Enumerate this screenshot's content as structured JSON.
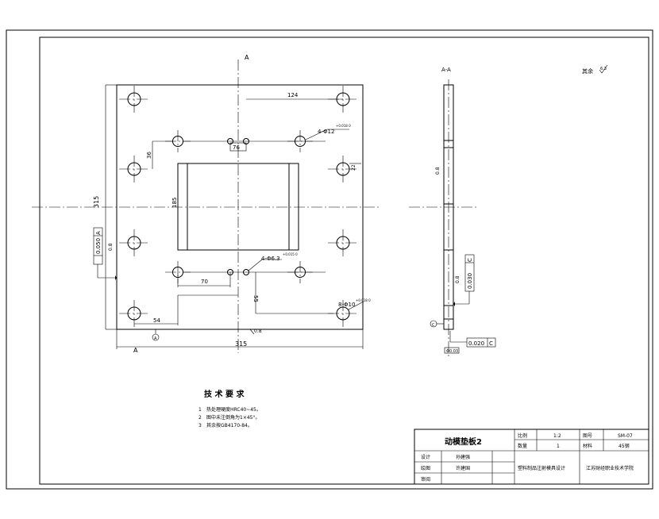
{
  "drawing": {
    "plan_view": {
      "section_label_top": "A",
      "section_label_bottom": "A",
      "dimensions": {
        "d124": "124",
        "d76": "76",
        "d36": "36",
        "d185": "185",
        "d315_left": "315",
        "d315_bottom": "315",
        "d70": "70",
        "d55": "55",
        "d54": "54"
      },
      "hole_callouts": {
        "dowel": "4-Φ12",
        "dowel_tol": "+0.018 0",
        "pin": "4-Φ6.3",
        "pin_tol": "+0.015 0",
        "screw": "8-Φ10",
        "screw_tol": "+0.018 0"
      },
      "tolerance_frame": {
        "value": "0.050",
        "datum": "A"
      }
    },
    "section_view": {
      "title": "A-A",
      "tolerance_frame_1": {
        "value": "0.030",
        "datum": "C"
      },
      "tolerance_frame_2": {
        "value": "0.020",
        "datum": "C"
      },
      "datum_label": "C"
    },
    "surface_note": "其余"
  },
  "technical_requirements": {
    "heading": "技 术 要 求",
    "items": [
      {
        "num": "1",
        "text": "热处理硬度HRC40~45。"
      },
      {
        "num": "2",
        "text": "图中未注倒角为1×45°。"
      },
      {
        "num": "3",
        "text": "其余按GB4170-84。"
      }
    ]
  },
  "title_block": {
    "part_name": "动模垫板2",
    "scale_label": "比例",
    "scale_value": "1:2",
    "drawing_no_label": "图号",
    "drawing_no_value": "SM-07",
    "qty_label": "数量",
    "qty_value": "1",
    "material_label": "材料",
    "material_value": "45钢",
    "design_label": "设计",
    "design_value": "孙建强",
    "draw_label": "绘图",
    "draw_value": "许建国",
    "review_label": "审阅",
    "review_value": "",
    "project": "塑料制品注射模具设计",
    "school": "江苏财经职业技术学院"
  }
}
